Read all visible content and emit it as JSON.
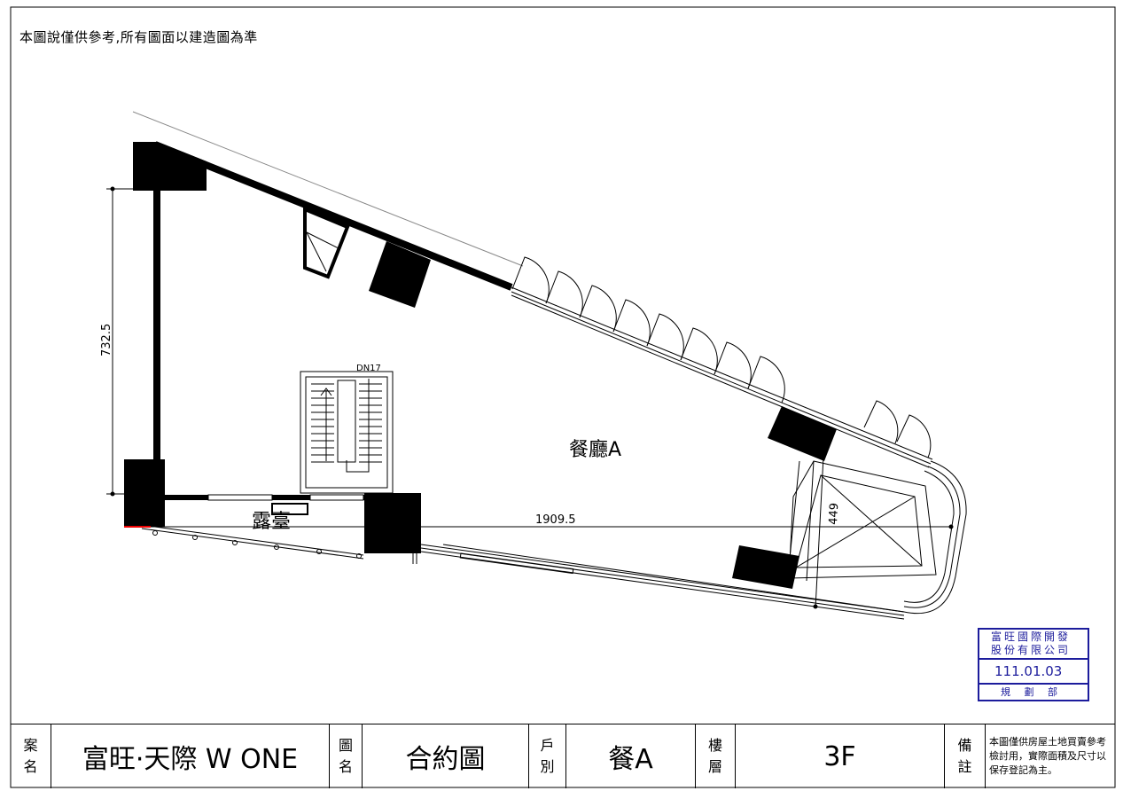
{
  "notice": "本圖說僅供參考,所有圖面以建造圖為準",
  "plan": {
    "room_label": "餐廳A",
    "terrace_label": "露臺",
    "stair_label": "DN17",
    "dimensions": {
      "vertical": "732.5",
      "horizontal": "1909.5",
      "diagonal": "449"
    }
  },
  "stamp": {
    "company_line1": "富旺國際開發",
    "company_line2": "股份有限公司",
    "date": "111.01.03",
    "department": "規 劃 部",
    "color": "#1c1c9c"
  },
  "titleblock": {
    "project_label": "案名",
    "project_value": "富旺·天際 W ONE",
    "drawing_label": "圖名",
    "drawing_value": "合約圖",
    "unit_label": "戶別",
    "unit_value": "餐A",
    "floor_label": "樓層",
    "floor_value": "3F",
    "remark_label": "備註",
    "remark_value": "本圖僅供房屋土地買賣參考檢討用，實際面積及尺寸以保存登記為主。"
  }
}
